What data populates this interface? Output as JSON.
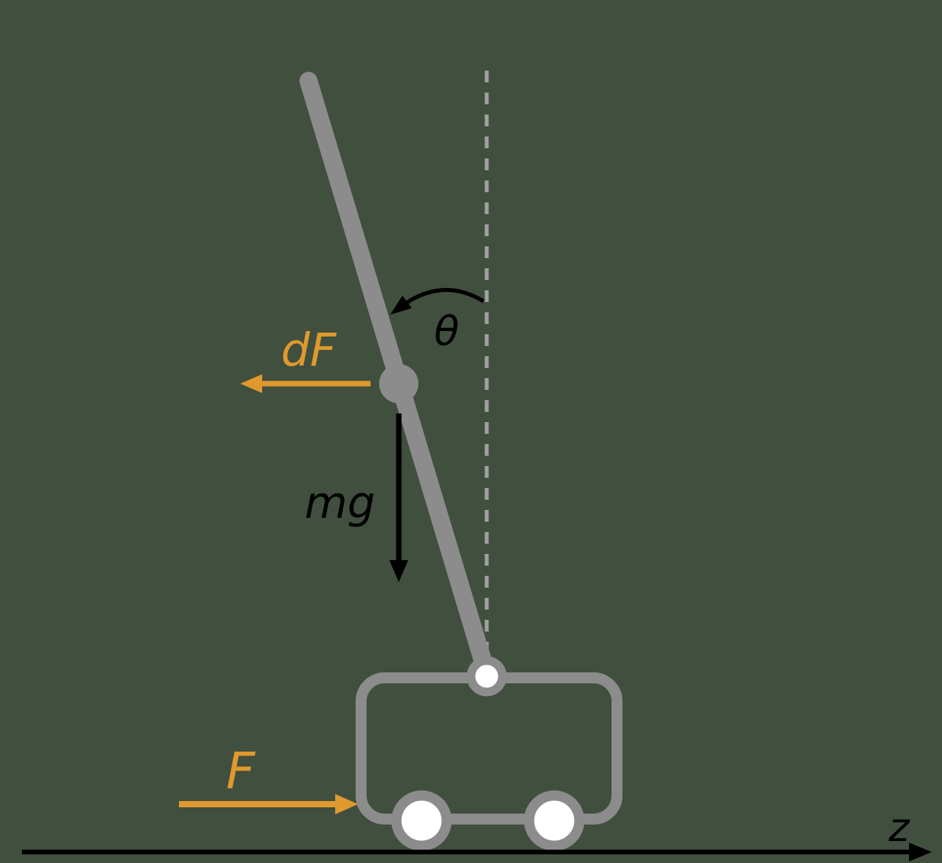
{
  "diagram": {
    "labels": {
      "angle": "θ",
      "disturbance_force": "dF",
      "gravity_force": "mg",
      "applied_force": "F",
      "horizontal_axis": "z"
    },
    "colors": {
      "background": "#414f3e",
      "structure": "#8c8c8c",
      "reference_line": "#a0a0a0",
      "force_accent": "#e0992e",
      "ink": "#000000",
      "wheel_fill": "#ffffff"
    }
  }
}
